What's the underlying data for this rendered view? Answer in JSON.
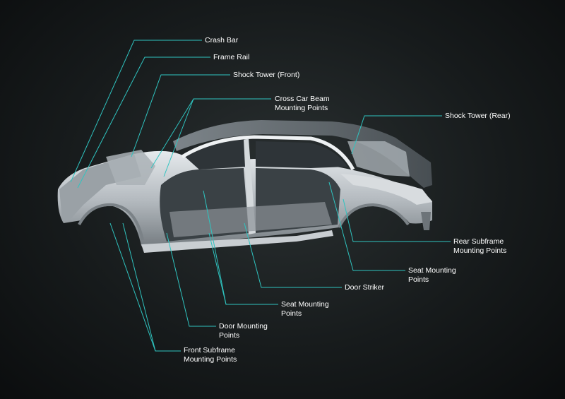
{
  "colors": {
    "background": "#14181a",
    "leader_line": "#2fc4c0",
    "label_text": "#ffffff",
    "body_metal": "#b9bfc4"
  },
  "labels": {
    "crash_bar": "Crash Bar",
    "frame_rail": "Frame Rail",
    "shock_tower_front": "Shock Tower (Front)",
    "cross_car_beam": [
      "Cross Car Beam",
      "Mounting Points"
    ],
    "shock_tower_rear": "Shock Tower (Rear)",
    "rear_subframe": [
      "Rear Subframe",
      "Mounting Points"
    ],
    "seat_mounting_rear": [
      "Seat Mounting",
      "Points"
    ],
    "door_striker": "Door Striker",
    "seat_mounting_front": [
      "Seat Mounting",
      "Points"
    ],
    "door_mounting": [
      "Door Mounting",
      "Points"
    ],
    "front_subframe": [
      "Front Subframe",
      "Mounting Points"
    ]
  }
}
